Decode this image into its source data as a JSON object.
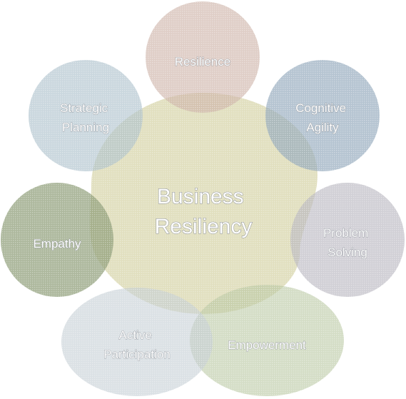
{
  "diagram": {
    "center": {
      "lines": [
        "Business",
        "Resiliency"
      ],
      "color": "#d6d3a6"
    },
    "nodes": [
      {
        "id": "resilience",
        "lines": [
          "Resilience"
        ],
        "color": "#cbb0a4"
      },
      {
        "id": "cognitive-agility",
        "lines": [
          "Cognitive",
          "Agility"
        ],
        "color": "#8ea4b8"
      },
      {
        "id": "problem-solving",
        "lines": [
          "Problem",
          "Solving"
        ],
        "color": "#b5b3bd"
      },
      {
        "id": "empowerment",
        "lines": [
          "Empowerment"
        ],
        "color": "#b7c7a0"
      },
      {
        "id": "active-participation",
        "lines": [
          "Active",
          "Participation"
        ],
        "color": "#c3cdd4"
      },
      {
        "id": "empathy",
        "lines": [
          "Empathy"
        ],
        "color": "#8e9d77"
      },
      {
        "id": "strategic-planning",
        "lines": [
          "Strategic",
          "Planning"
        ],
        "color": "#aabfc9"
      }
    ]
  }
}
